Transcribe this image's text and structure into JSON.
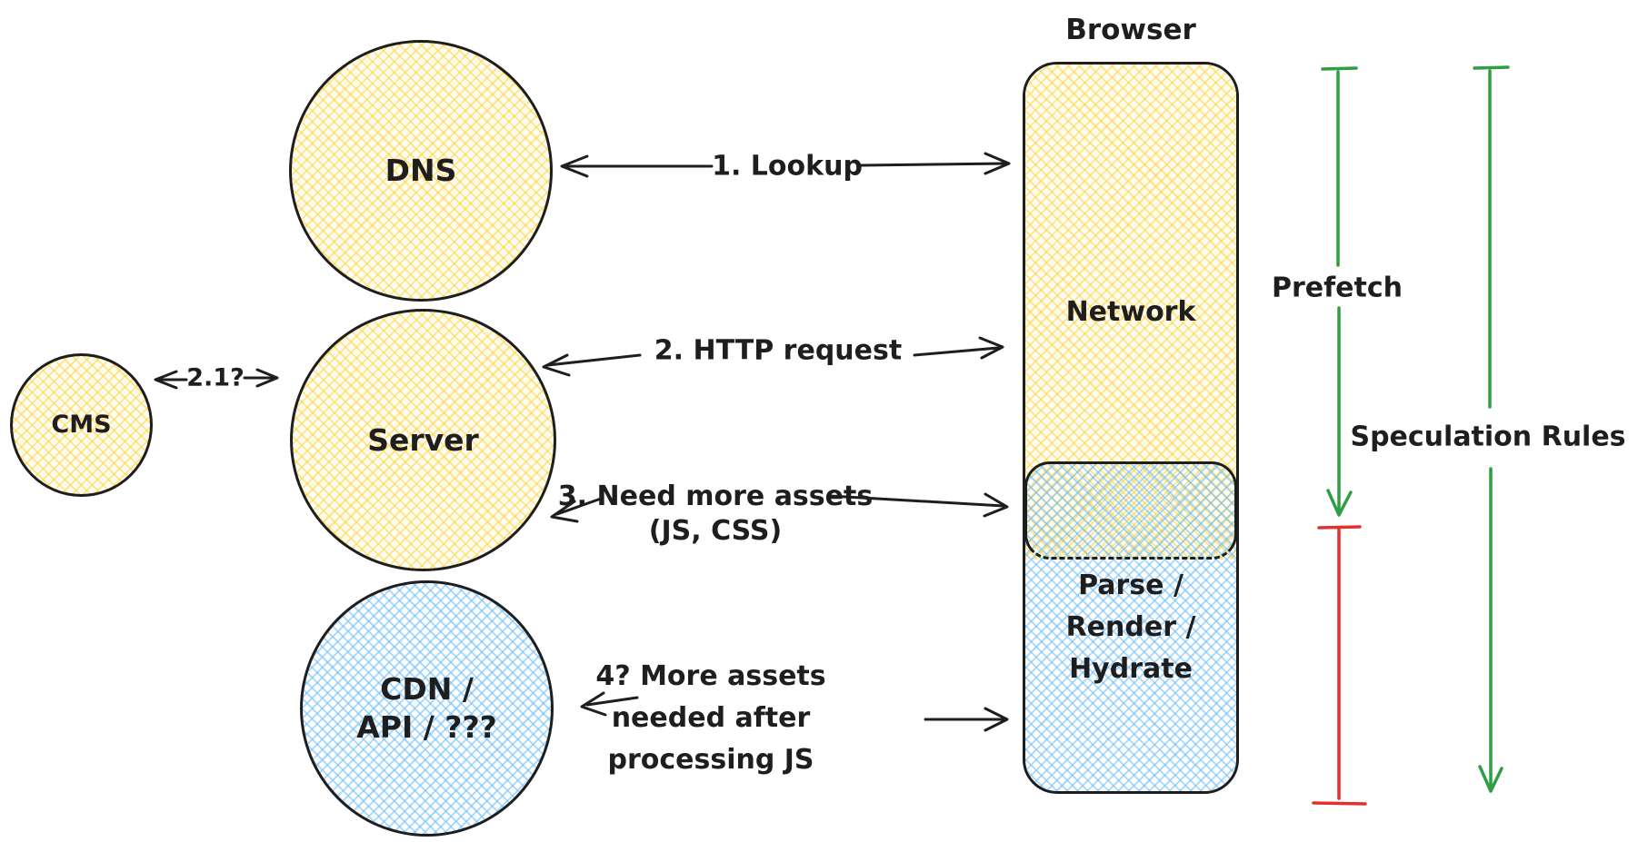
{
  "palette": {
    "ink": "#1e1e1e",
    "green": "#2f9e44",
    "red": "#e03131",
    "yellow_hatch": "#ffd43b",
    "blue_hatch": "#74c0fc"
  },
  "nodes": {
    "dns": {
      "label": "DNS"
    },
    "server": {
      "label": "Server"
    },
    "cdn": {
      "line1": "CDN /",
      "line2": "API / ???"
    },
    "cms": {
      "label": "CMS"
    }
  },
  "browser": {
    "title": "Browser",
    "network_label": "Network",
    "parse": {
      "line1": "Parse /",
      "line2": "Render /",
      "line3": "Hydrate"
    }
  },
  "edges": {
    "lookup": "1. Lookup",
    "http_request": "2. HTTP request",
    "cms_link": "2.1?",
    "need_assets": {
      "line1": "3. Need more assets",
      "line2": "(JS, CSS)"
    },
    "more_assets": {
      "line1": "4? More assets",
      "line2": "needed after",
      "line3": "processing JS"
    }
  },
  "timeline": {
    "prefetch": "Prefetch",
    "speculation_rules": "Speculation Rules"
  }
}
